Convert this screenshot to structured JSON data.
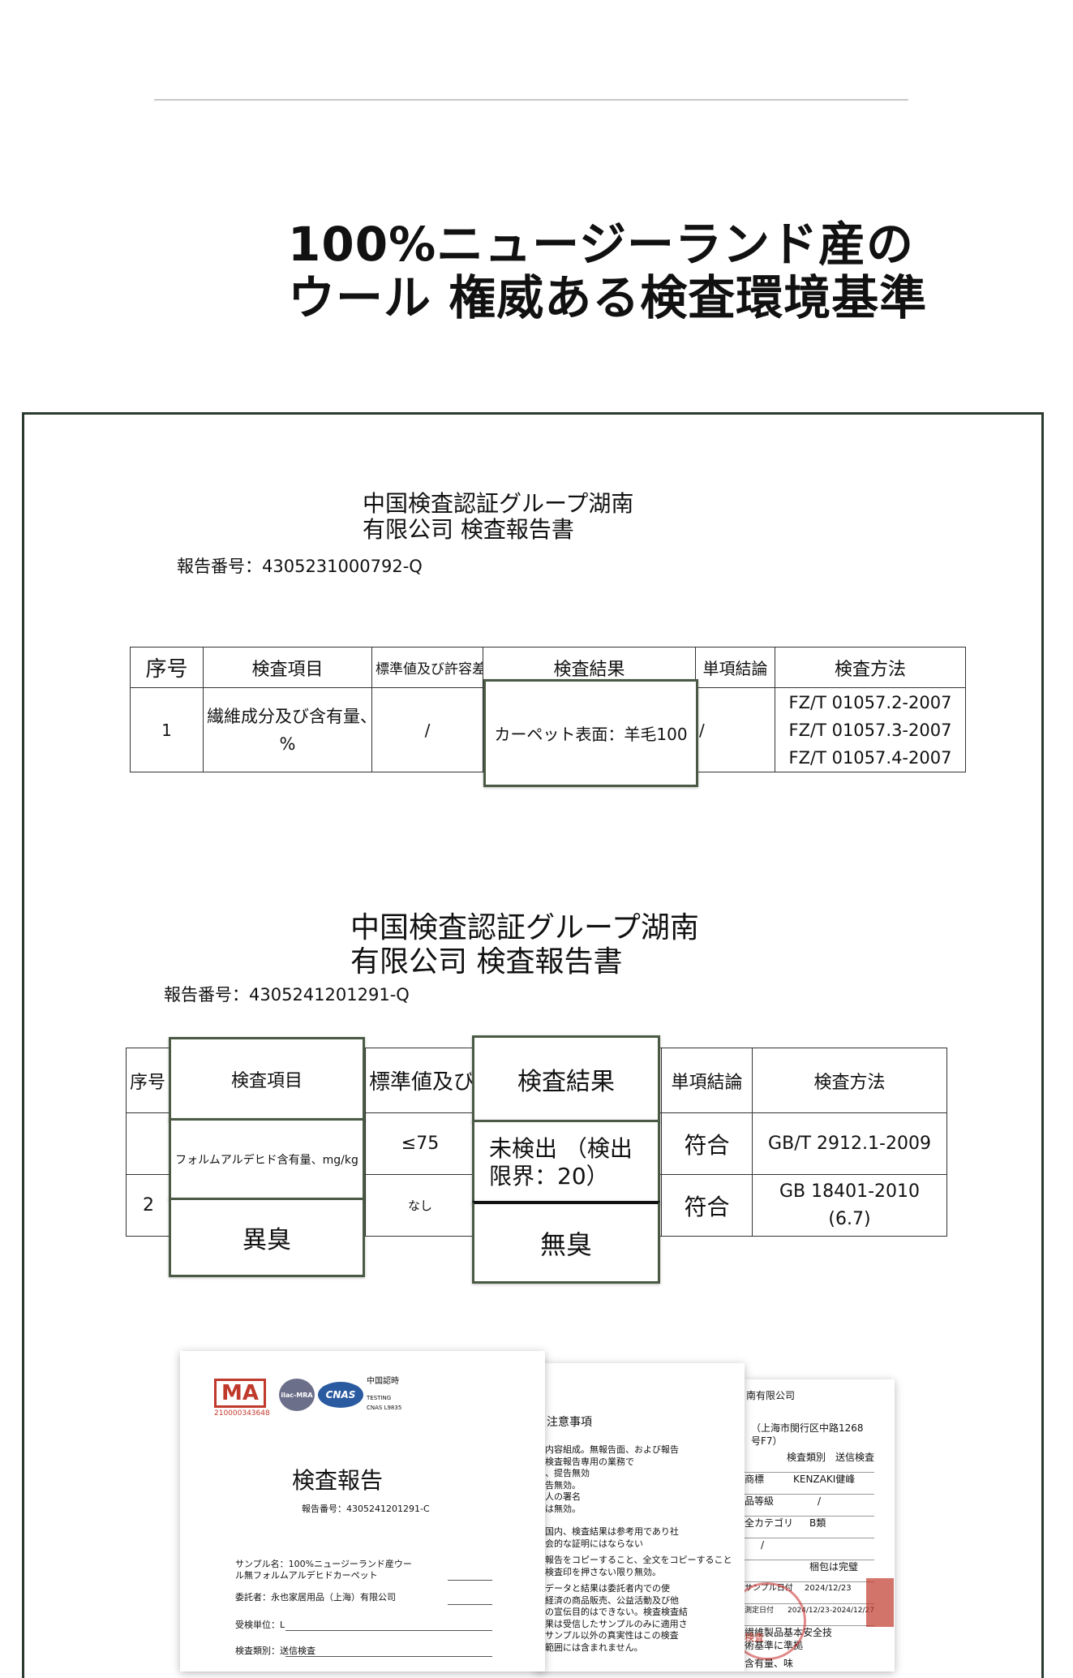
{
  "headline": {
    "line1": "100%ニュージーランド産の",
    "line2": "ウール 権威ある検査環境基準"
  },
  "report1": {
    "org_line1": "中国検査認証グループ湖南",
    "org_line2": "有限公司 検査報告書",
    "report_no": "報告番号：4305231000792-Q",
    "headers": [
      "序号",
      "検査項目",
      "標準値及び許容差",
      "検査結果",
      "単項結論",
      "検査方法"
    ],
    "row": {
      "no": "1",
      "item_line1": "繊維成分及び含有量、",
      "item_line2": "%",
      "standard": "/",
      "result": "カーペット表面：羊毛100",
      "conclusion": "/",
      "methods": [
        "FZ/T 01057.2-2007",
        "FZ/T 01057.3-2007",
        "FZ/T 01057.4-2007"
      ]
    }
  },
  "report2": {
    "org_line1": "中国検査認証グループ湖南",
    "org_line2": "有限公司 検査報告書",
    "report_no": "報告番号：4305241201291-Q",
    "headers": [
      "序号",
      "検査項目",
      "標準値及び許容差",
      "検査結果",
      "単項結論",
      "検査方法"
    ],
    "rows": [
      {
        "no": "",
        "item": "フォルムアルデヒド含有量、mg/kg",
        "standard": "≤75",
        "result_line1": "未検出 （検出",
        "result_line2": "限界：20）",
        "conclusion": "符合",
        "method": "GB/T 2912.1-2009"
      },
      {
        "no": "2",
        "item": "異臭",
        "standard": "なし",
        "result": "無臭",
        "conclusion": "符合",
        "method_line1": "GB 18401-2010",
        "method_line2": "(6.7)"
      }
    ]
  },
  "docs": {
    "front": {
      "logo_ma": "MA",
      "ma_code": "210000343648",
      "logo_ilac": "ilac-MRA",
      "logo_cnas": "CNAS",
      "cert_line1": "中国認時",
      "cert_line2": "TESTING",
      "cert_line3": "CNAS L9835",
      "title": "検査報告",
      "report_no": "報告番号：4305241201291-C",
      "sample_label": "サンプル名：100%ニュージーランド産ウー",
      "sample_label2": "ル無フォルムアルデヒドカーペット",
      "client": "委託者：永也家居用品（上海）有限公司",
      "unit": "受検単位：L",
      "category": "検査類別：送信検査"
    },
    "middle": {
      "title": "注意事項",
      "lines": [
        "内容組成。無報告面、および報告",
        "検査報告専用の業務で",
        "、提告無効",
        "告無効。",
        "人の署名",
        "は無効。",
        "国内、検査結果は参考用であり社",
        "会的な証明にはならない",
        "報告をコピーすること、全文をコピーすること",
        "検査印を押さない限り無効。",
        "データと結果は委託者内での使",
        "経済の商品販売、公益活動及び他",
        "の宣伝目的はできない。検査検査結",
        "果は受信したサンプルのみに適用さ",
        "サンプル以外の真実性はこの検査",
        "範囲には含まれません。"
      ]
    },
    "back": {
      "header": "南有限公司",
      "addr1": "（上海市閔行区中路1268",
      "addr2": "号F7）",
      "rows": [
        {
          "label": "",
          "value": "検査類別　送信検査"
        },
        {
          "label": "商標",
          "value": "KENZAKI健峰"
        },
        {
          "label": "品等級",
          "value": "/"
        },
        {
          "label": "全カテゴリ",
          "value": "B類"
        },
        {
          "label": "",
          "value": "/"
        },
        {
          "label": "",
          "value": "梱包は完璧"
        },
        {
          "label": "サンプル日付",
          "value": "2024/12/23"
        },
        {
          "label": "測定日付",
          "value": "2024/12/23-2024/12/27"
        },
        {
          "label": "繊維製品基本安全技",
          "value": ""
        },
        {
          "label": "術基準に準拠",
          "value": ""
        },
        {
          "label": "含有量、味",
          "value": ""
        }
      ],
      "stamp_text": "検査"
    }
  }
}
